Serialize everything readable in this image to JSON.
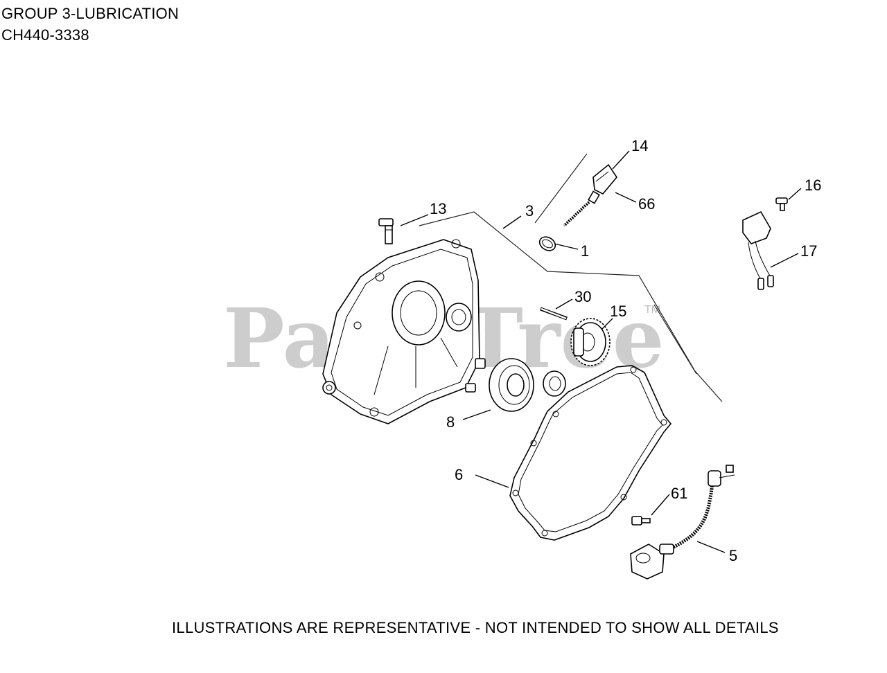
{
  "header": {
    "title": "GROUP 3-LUBRICATION",
    "model": "CH440-3338"
  },
  "watermark": {
    "text": "PartsTree",
    "trademark": "TM"
  },
  "callouts": {
    "c14": "14",
    "c66": "66",
    "c16": "16",
    "c13": "13",
    "c3": "3",
    "c1": "1",
    "c17": "17",
    "c30": "30",
    "c15": "15",
    "c8": "8",
    "c6": "6",
    "c61": "61",
    "c5": "5"
  },
  "footer": {
    "disclaimer": "ILLUSTRATIONS ARE REPRESENTATIVE - NOT INTENDED TO SHOW ALL DETAILS"
  }
}
